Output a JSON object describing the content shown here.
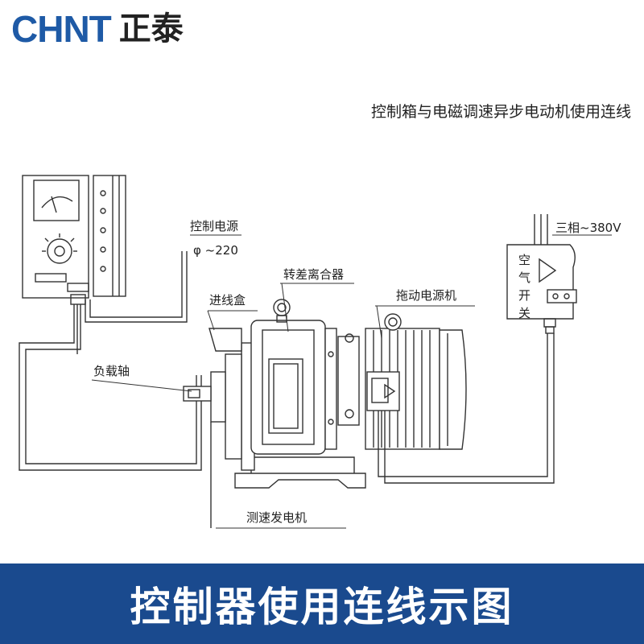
{
  "brand": {
    "logo_en": "CHNT",
    "logo_cn": "正泰",
    "color": "#1e5aa6"
  },
  "subtitle": "控制箱与电磁调速异步电动机使用连线",
  "labels": {
    "power_title": "控制电源",
    "power_value": "φ ~220",
    "junction_box": "进线盒",
    "clutch": "转差离合器",
    "drive_motor": "拖动电源机",
    "load_shaft": "负载轴",
    "tacho_generator": "测速发电机",
    "three_phase": "三相~380V",
    "air_switch": [
      "空",
      "气",
      "开",
      "关"
    ]
  },
  "footer": {
    "title": "控制器使用连线示图",
    "background": "#1a4a8e"
  }
}
